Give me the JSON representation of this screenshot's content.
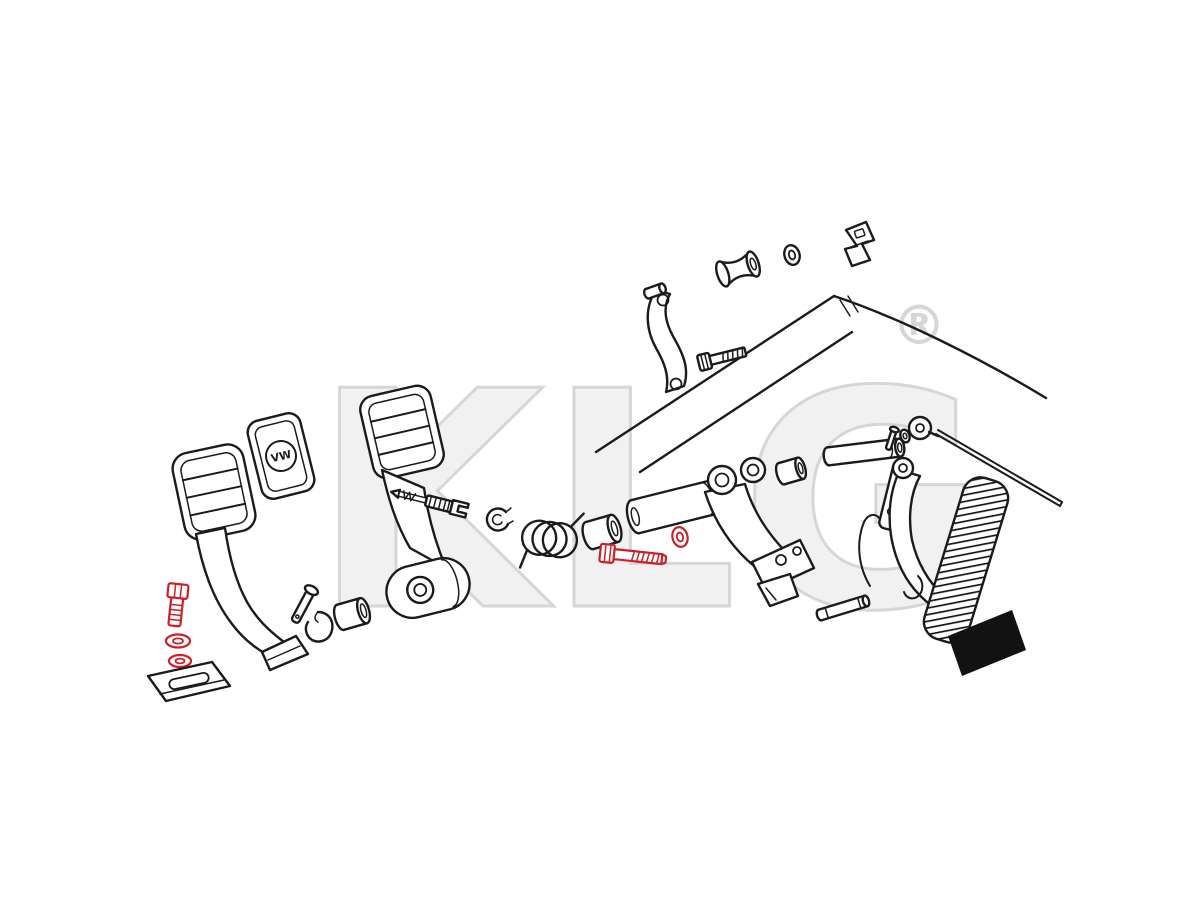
{
  "colors": {
    "background": "#ffffff",
    "line": "#1b1b1b",
    "highlight": "#cc2027",
    "watermark_fill": "#f1f1f1",
    "watermark_stroke": "#d6d6d6",
    "pedal_black": "#121212"
  },
  "diagram": {
    "description": "Exploded technical line drawing of a VW pedal assembly: clutch pedal, brake pedal with pivot hardware, pedal shaft and bracket, and accelerator pedal with cable linkage. Two fastener sets are highlighted in red.",
    "watermark": {
      "text": "KLG",
      "registered_mark": "®"
    },
    "vw_logo": "VW",
    "highlight_meaning": "red parts are the highlighted/offered items",
    "parts": [
      {
        "name": "clutch-pedal",
        "highlighted": false
      },
      {
        "name": "clutch-pedal-bolt",
        "highlighted": true
      },
      {
        "name": "spring-washer",
        "highlighted": true
      },
      {
        "name": "flat-washer",
        "highlighted": true
      },
      {
        "name": "mounting-plate",
        "highlighted": false
      },
      {
        "name": "pedal-rubber-vw-logo",
        "highlighted": false
      },
      {
        "name": "brake-pedal",
        "highlighted": false
      },
      {
        "name": "clevis-pin",
        "highlighted": false
      },
      {
        "name": "retaining-clip",
        "highlighted": false
      },
      {
        "name": "pivot-bushing-small",
        "highlighted": false
      },
      {
        "name": "master-cylinder-pushrod",
        "highlighted": false
      },
      {
        "name": "e-clip",
        "highlighted": false
      },
      {
        "name": "return-spring",
        "highlighted": false
      },
      {
        "name": "shaft-bushing",
        "highlighted": false
      },
      {
        "name": "pivot-bolt",
        "highlighted": true
      },
      {
        "name": "pivot-bolt-washer",
        "highlighted": true
      },
      {
        "name": "pedal-shaft",
        "highlighted": false
      },
      {
        "name": "pedal-bracket",
        "highlighted": false
      },
      {
        "name": "bracket-bushing",
        "highlighted": false
      },
      {
        "name": "bracket-bolt",
        "highlighted": false
      },
      {
        "name": "accelerator-bellcrank",
        "highlighted": false
      },
      {
        "name": "cable-barrel",
        "highlighted": false
      },
      {
        "name": "barrel-washer",
        "highlighted": false
      },
      {
        "name": "spring-clip",
        "highlighted": false
      },
      {
        "name": "cross-shaft",
        "highlighted": false
      },
      {
        "name": "shaft-pin",
        "highlighted": false
      },
      {
        "name": "shaft-washer",
        "highlighted": false
      },
      {
        "name": "cable-swivel",
        "highlighted": false
      },
      {
        "name": "accelerator-cable",
        "highlighted": false
      },
      {
        "name": "pedal-mount-bracket",
        "highlighted": false
      },
      {
        "name": "accelerator-pedal",
        "highlighted": false
      },
      {
        "name": "pedal-hinge-flap",
        "highlighted": false
      },
      {
        "name": "hinge-pin",
        "highlighted": false
      },
      {
        "name": "accelerator-return-spring",
        "highlighted": false
      },
      {
        "name": "spring-hook",
        "highlighted": false
      },
      {
        "name": "firewall-outline",
        "highlighted": false
      }
    ]
  }
}
